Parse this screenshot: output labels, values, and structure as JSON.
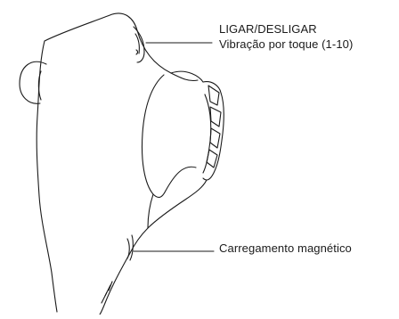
{
  "diagram": {
    "callouts": {
      "power_title": "LIGAR/DESLIGAR",
      "power_desc": "Vibração por toque (1-10)",
      "charging": "Carregamento magnético"
    },
    "colors": {
      "outline": "#1a1a1a",
      "background": "#ffffff"
    }
  }
}
